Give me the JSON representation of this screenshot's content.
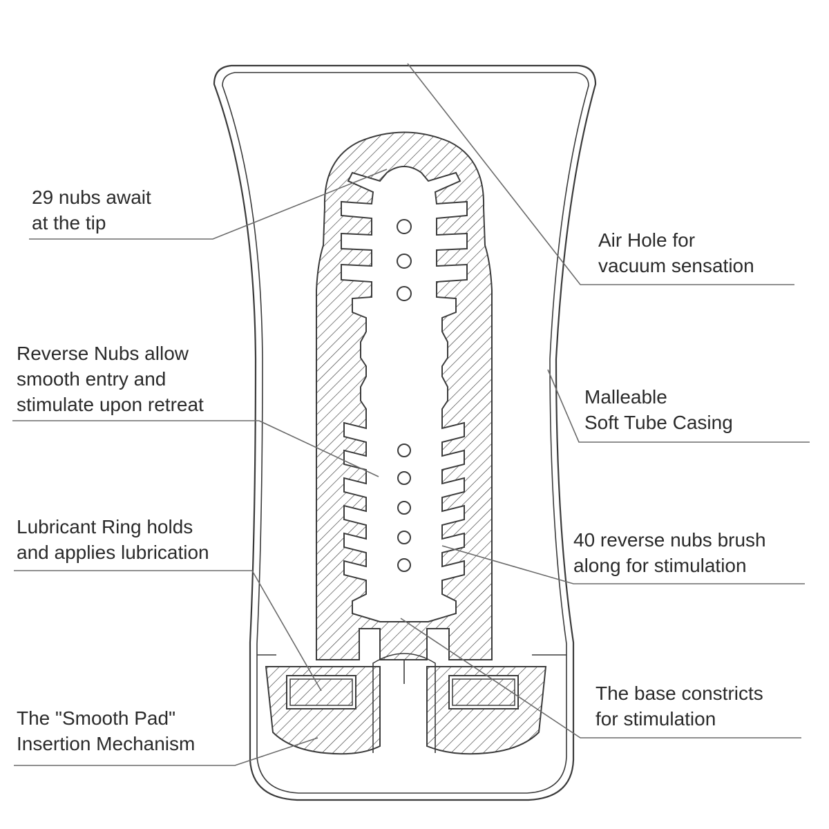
{
  "callouts": [
    {
      "id": "tip-nubs",
      "lines": [
        "29 nubs await",
        "at the tip"
      ]
    },
    {
      "id": "air-hole",
      "lines": [
        "Air Hole for",
        "vacuum sensation"
      ]
    },
    {
      "id": "reverse-nubs",
      "lines": [
        "Reverse Nubs allow",
        "smooth entry and",
        "stimulate upon retreat"
      ]
    },
    {
      "id": "casing",
      "lines": [
        "Malleable",
        "Soft Tube Casing"
      ]
    },
    {
      "id": "lubricant-ring",
      "lines": [
        "Lubricant Ring holds",
        "and applies lubrication"
      ]
    },
    {
      "id": "reverse-nubs-40",
      "lines": [
        "40 reverse nubs brush",
        "along for stimulation"
      ]
    },
    {
      "id": "smooth-pad",
      "lines": [
        "The \"Smooth Pad\"",
        "Insertion Mechanism"
      ]
    },
    {
      "id": "base",
      "lines": [
        "The base constricts",
        "for stimulation"
      ]
    }
  ],
  "colors": {
    "line": "#3a3a3a",
    "text": "#2a2a2a",
    "background": "#ffffff"
  }
}
